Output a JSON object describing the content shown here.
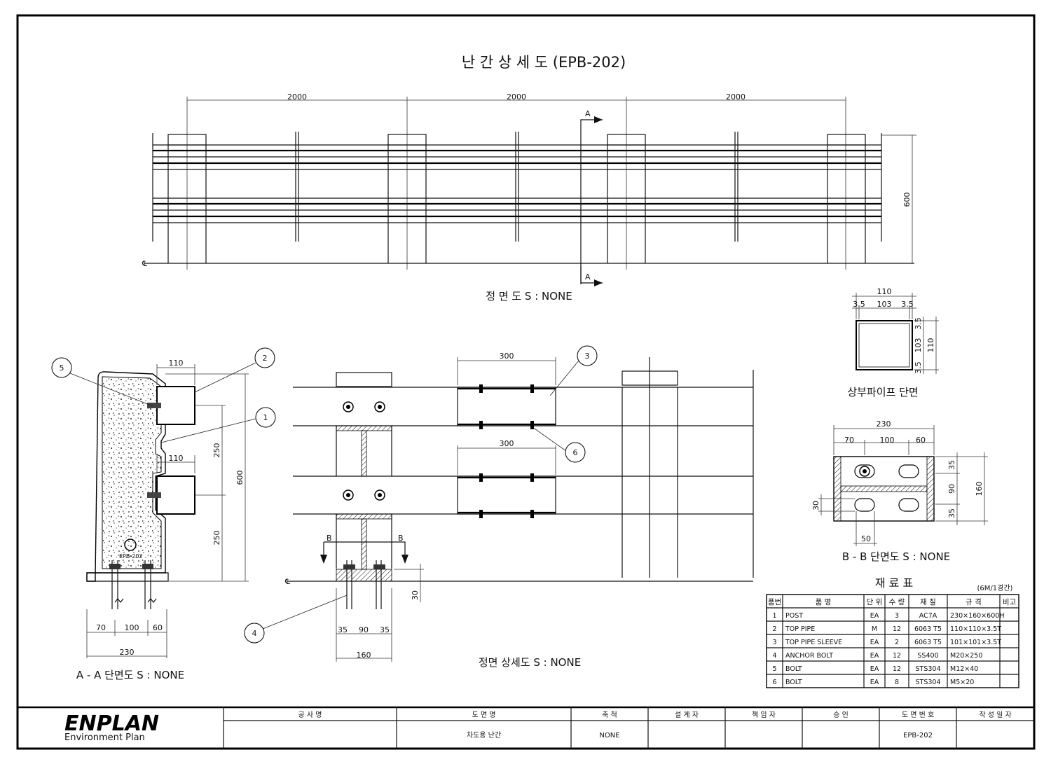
{
  "title": "난 간 상 세 도 (EPB-202)",
  "front_view": {
    "caption": "정 면 도 S : NONE",
    "spans": [
      "2000",
      "2000",
      "2000"
    ],
    "height_dim": "600",
    "section_mark": "A",
    "cl_mark": "℄"
  },
  "section_aa": {
    "caption": "A - A 단면도 S : NONE",
    "dims": {
      "top_pipe": "110",
      "mid_pipe": "110",
      "upper": "250",
      "lower": "250",
      "total": "600",
      "w1": "70",
      "w2": "100",
      "w3": "60",
      "width": "230"
    },
    "post_label": "EPB-202",
    "balloons": [
      "5",
      "2",
      "1"
    ]
  },
  "front_detail": {
    "caption": "정면 상세도 S : NONE",
    "sleeve_len_top": "300",
    "sleeve_len_bot": "300",
    "section_mark": "B",
    "cl_mark": "℄",
    "dims": {
      "w1": "35",
      "w2": "90",
      "w3": "35",
      "width": "160",
      "base": "30"
    },
    "balloons": [
      "3",
      "6",
      "4"
    ]
  },
  "pipe_section": {
    "caption": "상부파이프 단면",
    "dims": {
      "width": "110",
      "inner": "103",
      "left": "3.5",
      "right": "3.5",
      "top": "3.5",
      "mid": "103",
      "bot": "3.5",
      "height": "110"
    }
  },
  "section_bb": {
    "caption": "B - B 단면도 S : NONE",
    "dims": {
      "width": "230",
      "a": "70",
      "b": "100",
      "c": "60",
      "top": "35",
      "mid": "90",
      "bot": "35",
      "height": "160",
      "hole": "30",
      "slot": "50"
    }
  },
  "material_table": {
    "title": "재 료 표",
    "note": "(6M/1경간)",
    "headers": [
      "품번",
      "품 명",
      "단 위",
      "수 량",
      "재 질",
      "규 격",
      "비고"
    ],
    "rows": [
      [
        "1",
        "POST",
        "EA",
        "3",
        "AC7A",
        "230×160×600H",
        ""
      ],
      [
        "2",
        "TOP PIPE",
        "M",
        "12",
        "6063 T5",
        "110×110×3.5T",
        ""
      ],
      [
        "3",
        "TOP PIPE SLEEVE",
        "EA",
        "2",
        "6063 T5",
        "101×101×3.5T",
        ""
      ],
      [
        "4",
        "ANCHOR BOLT",
        "EA",
        "12",
        "SS400",
        "M20×250",
        ""
      ],
      [
        "5",
        "BOLT",
        "EA",
        "12",
        "STS304",
        "M12×40",
        ""
      ],
      [
        "6",
        "BOLT",
        "EA",
        "8",
        "STS304",
        "M5×20",
        ""
      ]
    ]
  },
  "title_block": {
    "logo": "ENPLAN",
    "logo_sub": "Environment Plan",
    "headers": [
      "공 사 명",
      "도 면 명",
      "축 척",
      "설 계 자",
      "책 임 자",
      "승 인",
      "도 면 번 호",
      "작 성 일 자"
    ],
    "values": [
      "",
      "차도용 난간",
      "NONE",
      "",
      "",
      "",
      "EPB-202",
      ""
    ]
  }
}
